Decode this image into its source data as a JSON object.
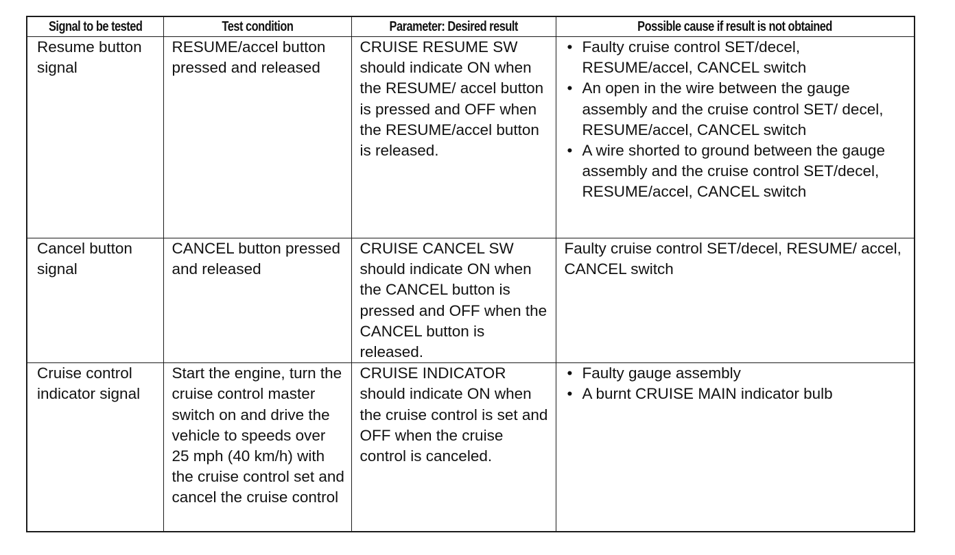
{
  "table": {
    "headers": [
      "Signal to be tested",
      "Test condition",
      "Parameter: Desired result",
      "Possible cause if result is not obtained"
    ],
    "rows": [
      {
        "signal": "Resume button signal",
        "condition": "RESUME/accel button pressed and released",
        "result": "CRUISE RESUME SW should indicate ON when the RESUME/ accel button is pressed and OFF when the RESUME/accel button is released.",
        "causes": [
          "Faulty cruise control SET/decel, RESUME/accel, CANCEL switch",
          "An open in the wire between the gauge assembly and the cruise control SET/ decel, RESUME/accel, CANCEL switch",
          "A wire shorted to ground between the gauge assembly and the cruise control SET/decel, RESUME/accel, CANCEL switch"
        ]
      },
      {
        "signal": "Cancel button signal",
        "condition": "CANCEL button pressed and released",
        "result": "CRUISE CANCEL SW should indicate ON when the CANCEL button is pressed and OFF when the CANCEL button is released.",
        "cause_text": "Faulty cruise control SET/decel, RESUME/ accel, CANCEL switch"
      },
      {
        "signal": "Cruise control indicator signal",
        "condition": "Start the engine, turn the cruise control master switch on and drive the vehicle to speeds over 25 mph (40 km/h) with the cruise control set and cancel the cruise control",
        "result": "CRUISE INDICATOR should indicate ON when the cruise control is set and OFF when the cruise control is canceled.",
        "causes": [
          "Faulty gauge assembly",
          "A burnt CRUISE MAIN indicator bulb"
        ]
      }
    ]
  },
  "bullet_glyph": "•"
}
